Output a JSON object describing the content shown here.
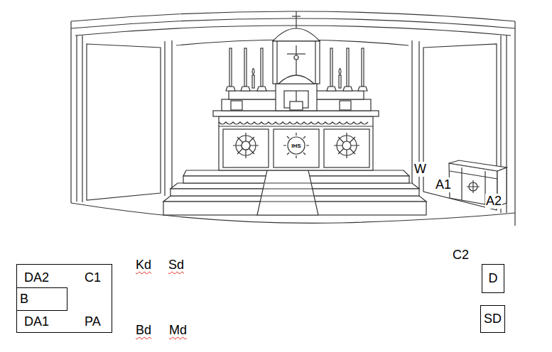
{
  "diagram": {
    "nodes": [
      {
        "text": [
          "DA2",
          "C1",
          "DA1",
          "PA"
        ]
      },
      {
        "text": [
          "B"
        ],
        "in": 0
      },
      {
        "text": [
          "D"
        ]
      },
      {
        "text": [
          "SD"
        ]
      }
    ],
    "labels": [
      "W",
      "A1",
      "A2",
      "Kd",
      "Sd",
      "Bd",
      "Md",
      "C2",
      "IHS"
    ]
  }
}
